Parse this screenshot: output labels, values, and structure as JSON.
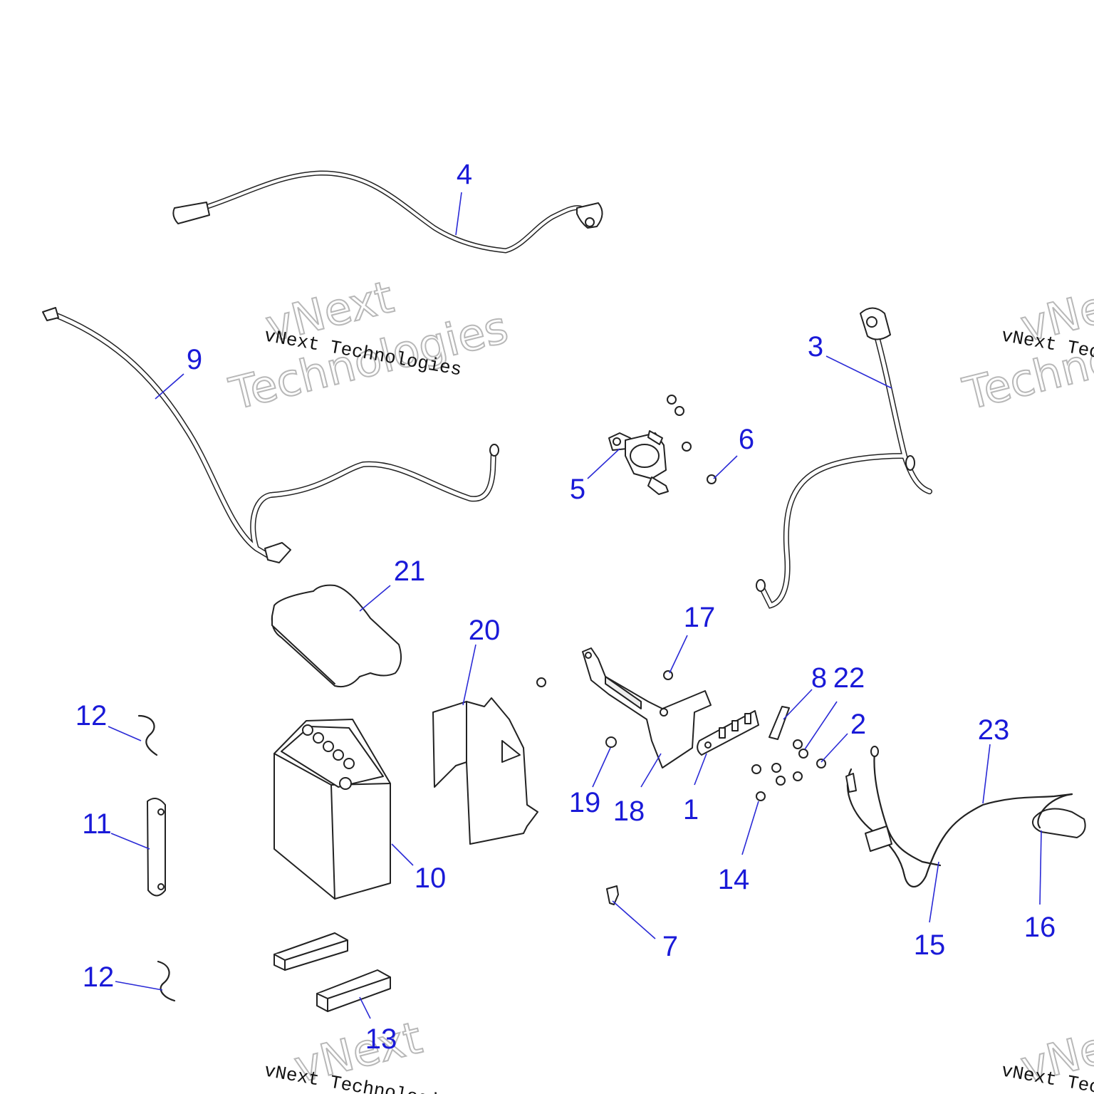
{
  "watermark": {
    "small_text": "vNext Technologies",
    "big_line1": "vNext",
    "big_line2": "Technologies"
  },
  "callouts": {
    "c1": "1",
    "c2": "2",
    "c3": "3",
    "c4": "4",
    "c5": "5",
    "c6": "6",
    "c7": "7",
    "c8": "8",
    "c9": "9",
    "c10": "10",
    "c11": "11",
    "c12a": "12",
    "c12b": "12",
    "c13": "13",
    "c14": "14",
    "c15": "15",
    "c16": "16",
    "c17": "17",
    "c18": "18",
    "c19": "19",
    "c20": "20",
    "c21": "21",
    "c22": "22",
    "c23": "23"
  },
  "colors": {
    "callout": "#1a1ad8",
    "line_art": "#222222",
    "watermark_outline": "#b8b8b8"
  }
}
